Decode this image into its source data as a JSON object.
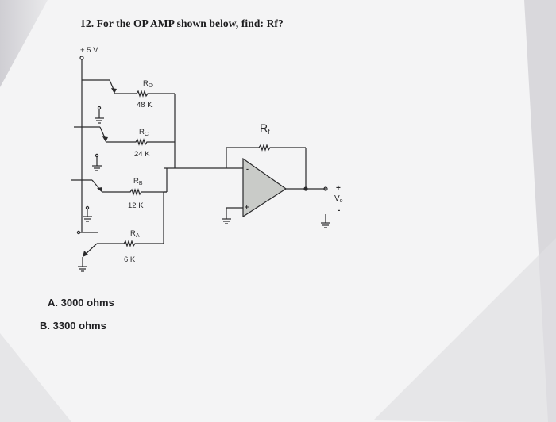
{
  "question": "12. For the OP AMP shown below, find: Rf?",
  "supply_label": "+ 5 V",
  "resistors": [
    {
      "name": "R",
      "sub": "D",
      "value": "48 K"
    },
    {
      "name": "R",
      "sub": "C",
      "value": "24 K"
    },
    {
      "name": "R",
      "sub": "B",
      "value": "12 K"
    },
    {
      "name": "R",
      "sub": "A",
      "value": "6 K"
    }
  ],
  "feedback_resistor": {
    "name": "R",
    "sub": "f"
  },
  "opamp": {
    "minus": "-",
    "plus": "+"
  },
  "output": {
    "plus": "+",
    "name": "V",
    "sub": "o",
    "minus": "-"
  },
  "choices": [
    "A. 3000 ohms",
    "B. 3300 ohms"
  ],
  "colors": {
    "ink": "#2a2a2c",
    "paper": "#ffffff",
    "shadow": "#d4d3d8",
    "opamp_fill": "#c9cbc8"
  }
}
